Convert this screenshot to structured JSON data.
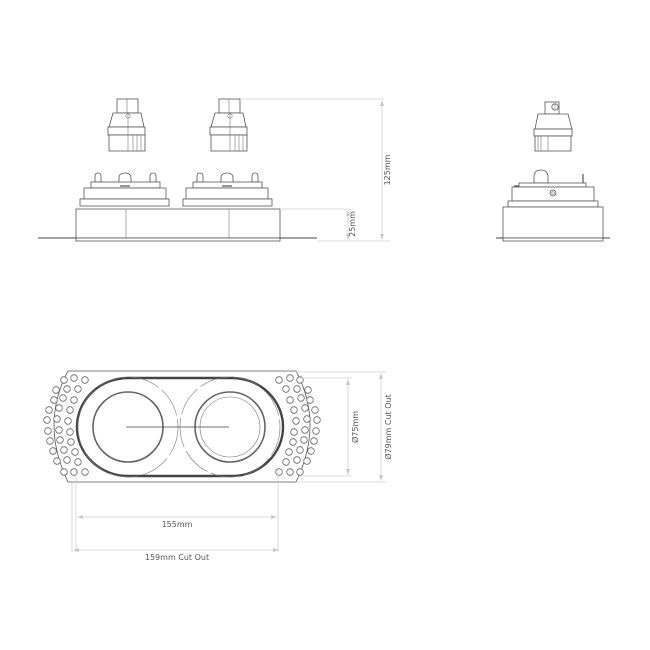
{
  "drawing": {
    "views": [
      "front-elevation",
      "side-elevation",
      "top-plan"
    ],
    "dimensions": {
      "overall_height": "125mm",
      "trim_height": "25mm",
      "aperture_diameter": "Ø75mm",
      "cutout_diameter": "Ø79mm Cut Out",
      "overall_width": "155mm",
      "cutout_width": "159mm Cut Out"
    },
    "colors": {
      "line": "#555555",
      "dimension_line": "#cfcfcf",
      "text": "#555555",
      "background": "#ffffff"
    }
  }
}
